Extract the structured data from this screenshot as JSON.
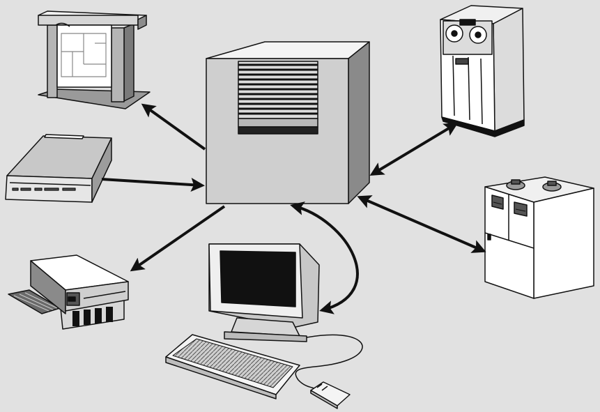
{
  "diagram": {
    "style": "monochrome clip-art illustration",
    "colors": {
      "background": "#e1e1e1",
      "outline": "#111111",
      "light_face": "#ffffff",
      "mid_face": "#c8c8c8",
      "dark_face": "#6e6e6e",
      "screen": "#111111"
    },
    "hub": {
      "name": "central-computer",
      "kind": "tower computer with ventilation grille"
    },
    "peripherals": [
      {
        "name": "plotter",
        "kind": "drafting plotter with floor plan sheet",
        "link": "hub-to-device"
      },
      {
        "name": "scanner",
        "kind": "flatbed scanner",
        "link": "device-to-hub"
      },
      {
        "name": "laser-printer",
        "kind": "printer with paper trays",
        "link": "hub-to-device"
      },
      {
        "name": "workstation",
        "kind": "monitor, keyboard and mouse",
        "link": "bidirectional"
      },
      {
        "name": "tape-drive-cabinet",
        "kind": "reel-to-reel tape unit",
        "link": "bidirectional"
      },
      {
        "name": "disk-storage-cabinet",
        "kind": "disk drive cabinet",
        "link": "bidirectional"
      }
    ]
  }
}
